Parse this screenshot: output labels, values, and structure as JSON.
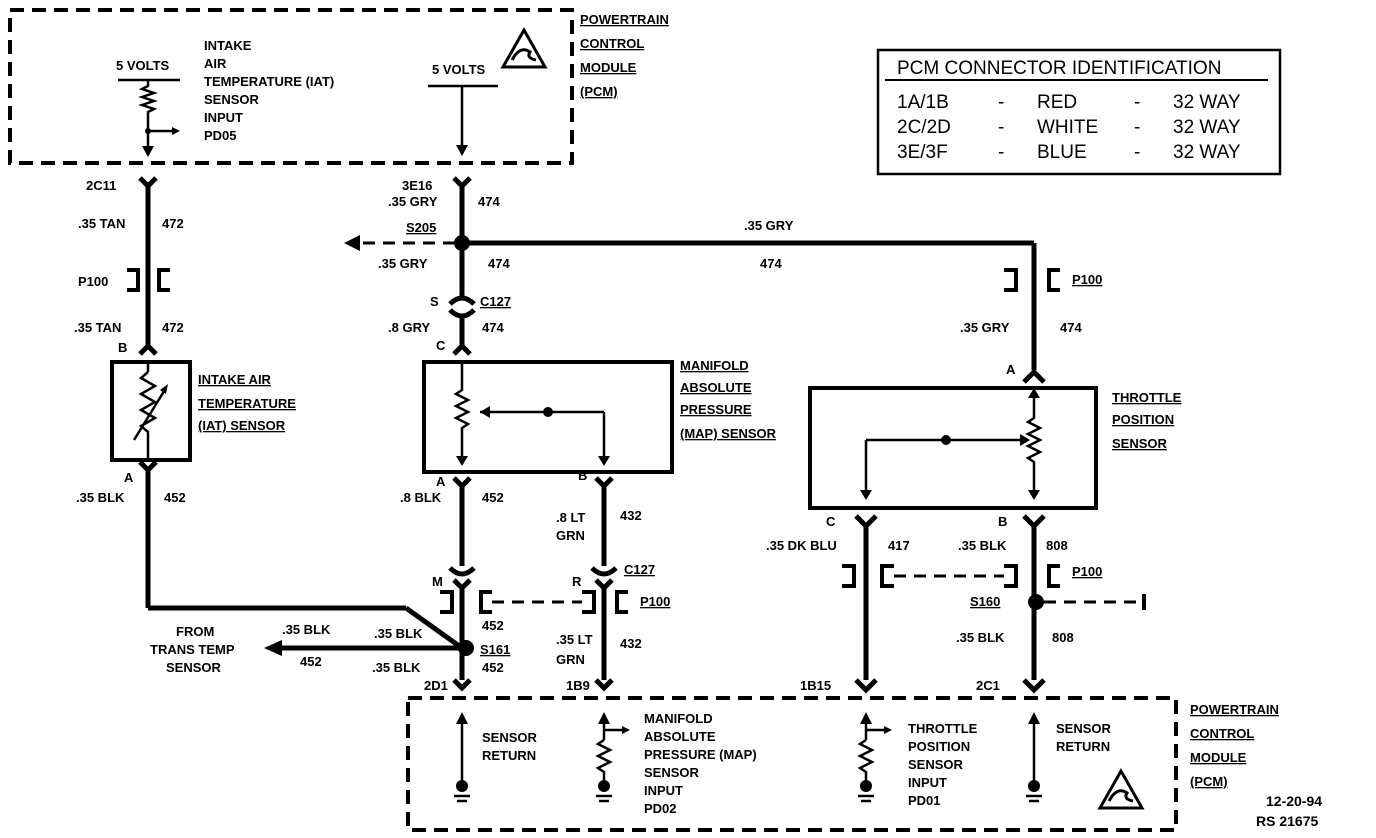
{
  "pcm_top": {
    "title_lines": [
      "POWERTRAIN",
      "CONTROL",
      "MODULE",
      "(PCM)"
    ],
    "iat_volts": "5 VOLTS",
    "map_volts": "5 VOLTS",
    "iat_input_lines": [
      "INTAKE",
      "AIR",
      "TEMPERATURE (IAT)",
      "SENSOR",
      "INPUT",
      "PD05"
    ]
  },
  "pcm_bottom": {
    "title_lines": [
      "POWERTRAIN",
      "CONTROL",
      "MODULE",
      "(PCM)"
    ],
    "sensor_return_1": [
      "SENSOR",
      "RETURN"
    ],
    "map_input_lines": [
      "MANIFOLD",
      "ABSOLUTE",
      "PRESSURE (MAP)",
      "SENSOR",
      "INPUT",
      "PD02"
    ],
    "tp_input_lines": [
      "THROTTLE",
      "POSITION",
      "SENSOR",
      "INPUT",
      "PD01"
    ],
    "sensor_return_2": [
      "SENSOR",
      "RETURN"
    ]
  },
  "connector_table": {
    "title": "PCM CONNECTOR IDENTIFICATION",
    "rows": [
      {
        "pins": "1A/1B",
        "sep1": "-",
        "color": "RED",
        "sep2": "-",
        "size": "32 WAY"
      },
      {
        "pins": "2C/2D",
        "sep1": "-",
        "color": "WHITE",
        "sep2": "-",
        "size": "32 WAY"
      },
      {
        "pins": "3E/3F",
        "sep1": "-",
        "color": "BLUE",
        "sep2": "-",
        "size": "32 WAY"
      }
    ]
  },
  "sensors": {
    "iat": [
      "INTAKE AIR",
      "TEMPERATURE",
      "(IAT) SENSOR"
    ],
    "map": [
      "MANIFOLD",
      "ABSOLUTE",
      "PRESSURE",
      "(MAP) SENSOR"
    ],
    "tp": [
      "THROTTLE",
      "POSITION",
      "SENSOR"
    ]
  },
  "labels": {
    "pin_2c11": "2C11",
    "wire_35tan_1": ".35 TAN",
    "circ_472_1": "472",
    "conn_p100_iat": "P100",
    "wire_35tan_2": ".35 TAN",
    "circ_472_2": "472",
    "pin_b_iat": "B",
    "pin_a_iat": "A",
    "wire_35blk_iat": ".35 BLK",
    "circ_452_iat": "452",
    "pin_3e16": "3E16",
    "wire_35gry_1": ".35 GRY",
    "circ_474_1": "474",
    "splice_s205": "S205",
    "wire_35gry_2": ".35 GRY",
    "circ_474_2": "474",
    "wire_35gry_top": ".35 GRY",
    "circ_474_top": "474",
    "pin_s": "S",
    "conn_c127_top": "C127",
    "wire_8gry": ".8 GRY",
    "circ_474_3": "474",
    "pin_c_map": "C",
    "conn_p100_tp": "P100",
    "wire_35gry_tp": ".35 GRY",
    "circ_474_tp": "474",
    "pin_a_tp": "A",
    "pin_a_map": "A",
    "pin_b_map": "B",
    "wire_8blk": ".8 BLK",
    "circ_452_map": "452",
    "wire_8ltgrn": ".8 LT",
    "wire_8ltgrn_2": "GRN",
    "circ_432_1": "432",
    "conn_c127_bot": "C127",
    "pin_m": "M",
    "pin_r": "R",
    "conn_p100_map": "P100",
    "circ_452_m": "452",
    "from_trans": [
      "FROM",
      "TRANS TEMP",
      "SENSOR"
    ],
    "wire_35blk_trans": ".35 BLK",
    "circ_452_trans": "452",
    "wire_35blk_diag": ".35 BLK",
    "wire_35blk_s161": ".35 BLK",
    "splice_s161": "S161",
    "circ_452_s161": "452",
    "wire_35ltgrn": ".35 LT",
    "wire_35ltgrn_2": "GRN",
    "circ_432_2": "432",
    "pin_2d1": "2D1",
    "pin_1b9": "1B9",
    "pin_c_tp": "C",
    "pin_b_tp": "B",
    "wire_35dkblu": ".35 DK BLU",
    "circ_417": "417",
    "wire_35blk_tp": ".35 BLK",
    "circ_808_1": "808",
    "conn_p100_tp2": "P100",
    "splice_s160": "S160",
    "wire_35blk_tp2": ".35 BLK",
    "circ_808_2": "808",
    "pin_1b15": "1B15",
    "pin_2c1": "2C1",
    "date": "12-20-94",
    "ref": "RS 21675"
  }
}
